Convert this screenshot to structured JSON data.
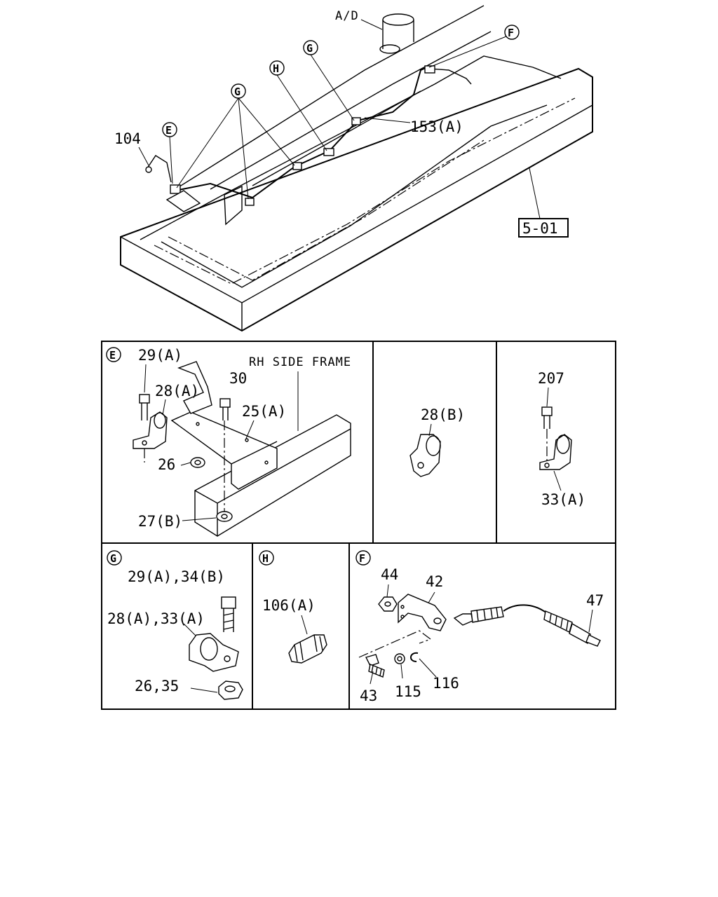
{
  "main_view": {
    "label_ad": "A/D",
    "label_104": "104",
    "label_153a": "153(A)",
    "ref_box": "5-01",
    "callout_e": "E",
    "callout_f": "F",
    "callout_g": "G",
    "callout_h": "H"
  },
  "detail_e": {
    "marker": "E",
    "frame_label": "RH SIDE FRAME",
    "parts": [
      "29(A)",
      "28(A)",
      "30",
      "25(A)",
      "26",
      "27(B)"
    ]
  },
  "detail_28b": {
    "parts": [
      "28(B)"
    ]
  },
  "detail_207": {
    "parts": [
      "207",
      "33(A)"
    ]
  },
  "detail_g": {
    "marker": "G",
    "parts": [
      "29(A),34(B)",
      "28(A),33(A)",
      "26,35"
    ]
  },
  "detail_h": {
    "marker": "H",
    "parts": [
      "106(A)"
    ]
  },
  "detail_f": {
    "marker": "F",
    "parts": [
      "44",
      "42",
      "47",
      "43",
      "115",
      "116"
    ]
  }
}
